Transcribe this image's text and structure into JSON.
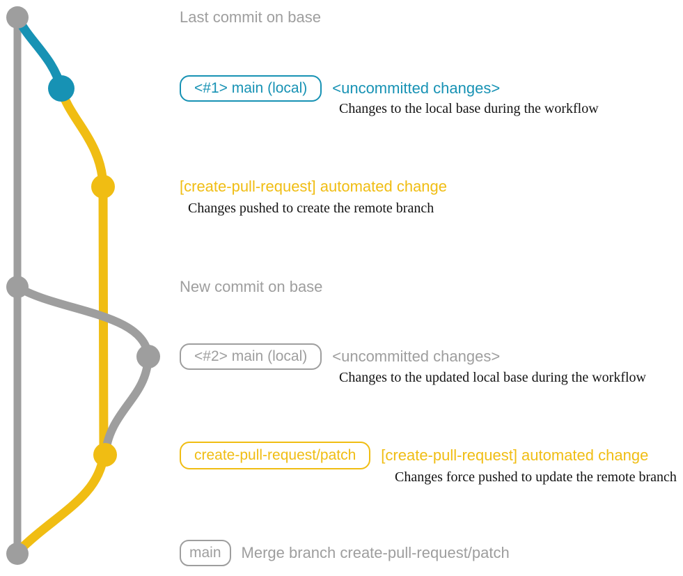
{
  "colors": {
    "teal": "#1792b4",
    "yellow": "#f0bd13",
    "gray": "#9e9e9e",
    "ink": "#131313",
    "bg": "#ffffff"
  },
  "diagram": {
    "type": "git-branch-graph",
    "branches": [
      {
        "name": "base",
        "color": "gray"
      },
      {
        "name": "local main changes",
        "color": "teal"
      },
      {
        "name": "create-pull-request/patch",
        "color": "yellow"
      }
    ],
    "commits": [
      {
        "id": "last-commit-on-base",
        "color": "gray"
      },
      {
        "id": "uncommitted-changes-1",
        "color": "teal"
      },
      {
        "id": "automated-change-1",
        "color": "yellow"
      },
      {
        "id": "new-commit-on-base",
        "color": "gray"
      },
      {
        "id": "uncommitted-changes-2",
        "color": "gray"
      },
      {
        "id": "automated-change-2",
        "color": "yellow"
      },
      {
        "id": "merge-commit",
        "color": "gray"
      }
    ]
  },
  "rows": {
    "row1": {
      "label": "Last commit on base"
    },
    "row2": {
      "badge": "<#1> main (local)",
      "heading": "<uncommitted changes>",
      "note": "Changes to the local base during the workflow"
    },
    "row3": {
      "heading": "[create-pull-request] automated change",
      "note": "Changes pushed to create the remote branch"
    },
    "row4": {
      "label": "New commit on base"
    },
    "row5": {
      "badge": "<#2> main (local)",
      "heading": "<uncommitted changes>",
      "note": "Changes to the updated local base during the workflow"
    },
    "row6": {
      "badge": "create-pull-request/patch",
      "heading": "[create-pull-request] automated change",
      "note": "Changes force pushed to update the remote branch"
    },
    "row7": {
      "badge": "main",
      "label": "Merge branch create-pull-request/patch"
    }
  }
}
